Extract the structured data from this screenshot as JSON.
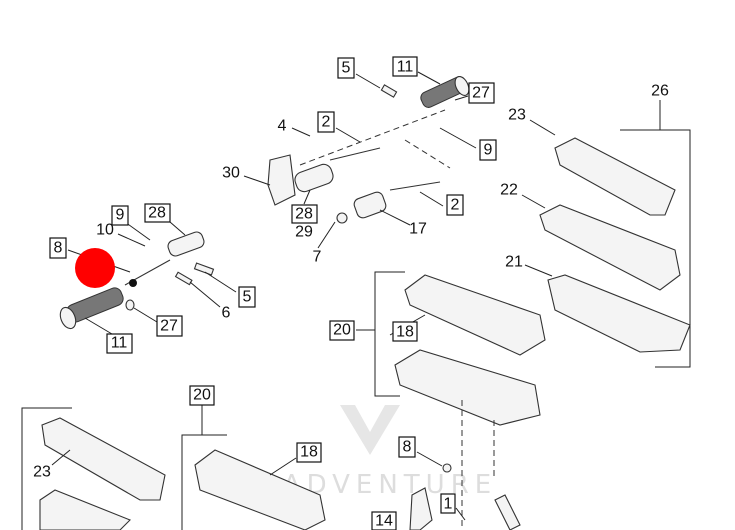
{
  "diagram": {
    "watermark": "ADVENTURE",
    "marker_color": "#ff0000",
    "boxed_labels": [
      "5",
      "11",
      "27",
      "2",
      "9",
      "28",
      "2",
      "9",
      "28",
      "8",
      "5",
      "11",
      "27",
      "20",
      "18",
      "20",
      "18",
      "8",
      "1",
      "14"
    ],
    "plain_labels": [
      "4",
      "23",
      "26",
      "30",
      "29",
      "17",
      "7",
      "22",
      "21",
      "10",
      "6",
      "23"
    ]
  }
}
